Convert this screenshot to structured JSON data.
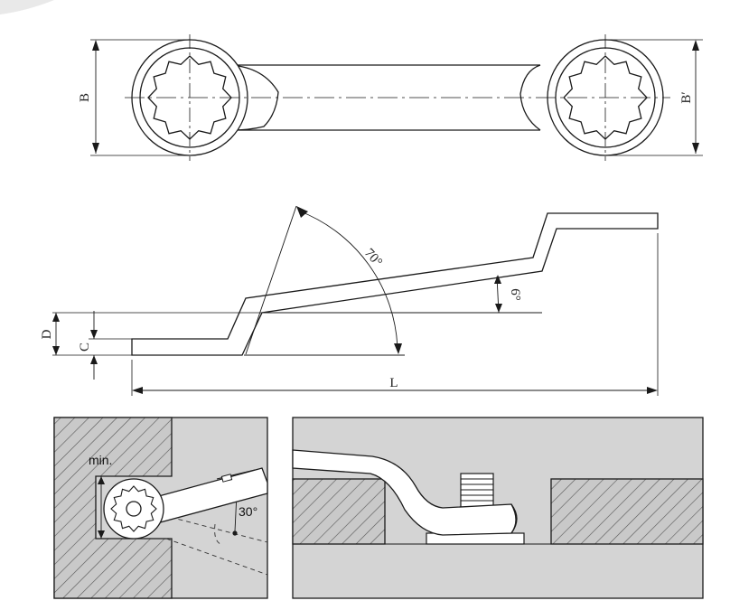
{
  "top_view": {
    "dim_left": "B",
    "dim_right": "B′"
  },
  "side_view": {
    "dim_d": "D",
    "dim_c": "C",
    "dim_l": "L",
    "angle_large": "70°",
    "angle_small": "6°"
  },
  "detail_left": {
    "label_min": "min.",
    "label_angle": "30°"
  },
  "colors": {
    "line": "#1a1a1a",
    "panel": "#d4d4d4",
    "hatch_bg": "#c9c9c9",
    "white": "#ffffff"
  }
}
